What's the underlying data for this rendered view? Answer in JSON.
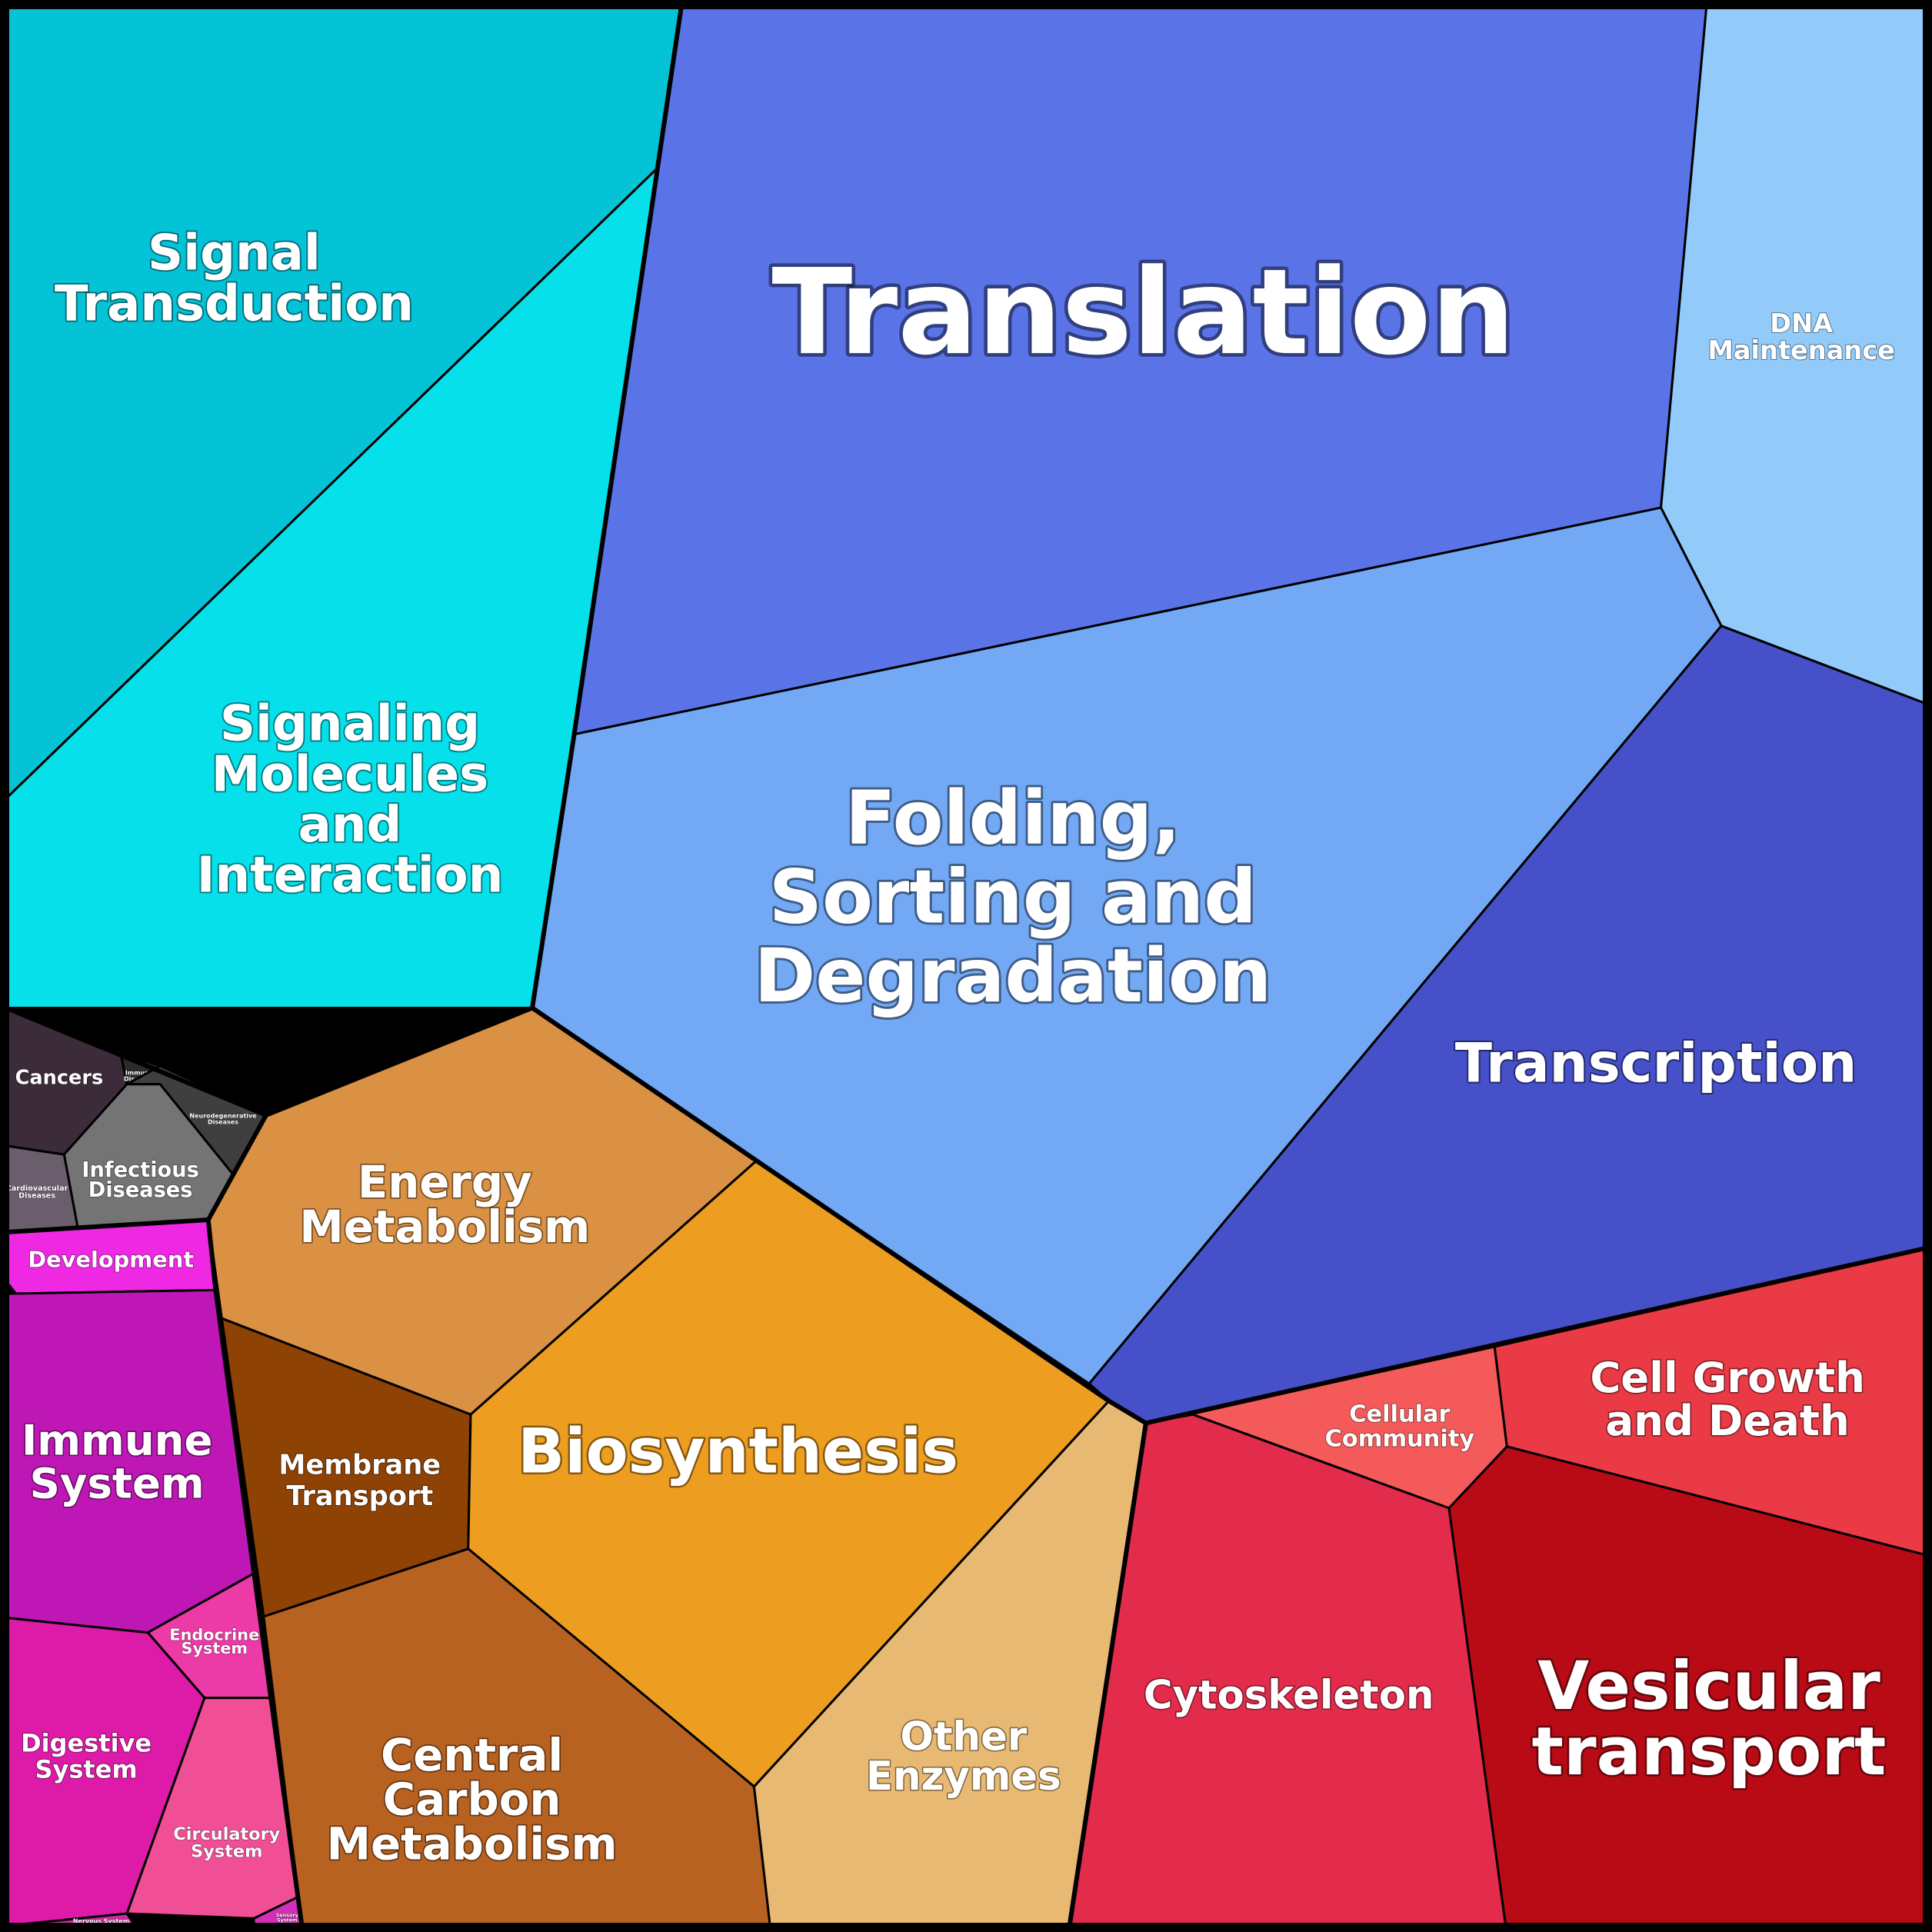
{
  "categories": [
    {
      "key": "signal_transduction",
      "lines": [
        "Signal",
        "Transduction"
      ],
      "color": "#05c3d6"
    },
    {
      "key": "signaling_molecules",
      "lines": [
        "Signaling",
        "Molecules",
        "and",
        "Interaction"
      ],
      "color": "#05e0ea"
    },
    {
      "key": "translation",
      "lines": [
        "Translation"
      ],
      "color": "#5a74e8"
    },
    {
      "key": "dna_maintenance",
      "lines": [
        "DNA",
        "Maintenance"
      ],
      "color": "#92cbfa"
    },
    {
      "key": "folding",
      "lines": [
        "Folding,",
        "Sorting and",
        "Degradation"
      ],
      "color": "#72a8f4"
    },
    {
      "key": "transcription",
      "lines": [
        "Transcription"
      ],
      "color": "#4651c9"
    },
    {
      "key": "cancers",
      "lines": [
        "Cancers"
      ],
      "color": "#3c2b38"
    },
    {
      "key": "immune_diseases",
      "lines": [
        "Immune",
        "Diseases"
      ],
      "color": "#2c2c2c"
    },
    {
      "key": "neurodegenerative",
      "lines": [
        "Neurodegenerative",
        "Diseases"
      ],
      "color": "#3f3f3f"
    },
    {
      "key": "infectious_diseases",
      "lines": [
        "Infectious",
        "Diseases"
      ],
      "color": "#747474"
    },
    {
      "key": "cardiovascular",
      "lines": [
        "Cardiovascular",
        "Diseases"
      ],
      "color": "#6b5e6c"
    },
    {
      "key": "development",
      "lines": [
        "Development"
      ],
      "color": "#ef28e3"
    },
    {
      "key": "immune_system",
      "lines": [
        "Immune",
        "System"
      ],
      "color": "#be17b6"
    },
    {
      "key": "endocrine_system",
      "lines": [
        "Endocrine",
        "System"
      ],
      "color": "#ec3aa7"
    },
    {
      "key": "digestive_system",
      "lines": [
        "Digestive",
        "System"
      ],
      "color": "#de1aa8"
    },
    {
      "key": "circulatory_system",
      "lines": [
        "Circulatory",
        "System"
      ],
      "color": "#f04f96"
    },
    {
      "key": "nervous_system",
      "lines": [
        "Nervous System"
      ],
      "color": "#cc2aa0"
    },
    {
      "key": "sensory_system",
      "lines": [
        "Sensory",
        "System"
      ],
      "color": "#d42fb8"
    },
    {
      "key": "energy_metabolism",
      "lines": [
        "Energy",
        "Metabolism"
      ],
      "color": "#da9143"
    },
    {
      "key": "membrane_transport",
      "lines": [
        "Membrane",
        "Transport"
      ],
      "color": "#8e4204"
    },
    {
      "key": "biosynthesis",
      "lines": [
        "Biosynthesis"
      ],
      "color": "#ed9d1f"
    },
    {
      "key": "central_carbon",
      "lines": [
        "Central",
        "Carbon",
        "Metabolism"
      ],
      "color": "#b86222"
    },
    {
      "key": "other_enzymes",
      "lines": [
        "Other",
        "Enzymes"
      ],
      "color": "#e7b973"
    },
    {
      "key": "cellular_community",
      "lines": [
        "Cellular",
        "Community"
      ],
      "color": "#f45a5a"
    },
    {
      "key": "cell_growth",
      "lines": [
        "Cell Growth",
        "and Death"
      ],
      "color": "#e93a45"
    },
    {
      "key": "cytoskeleton",
      "lines": [
        "Cytoskeleton"
      ],
      "color": "#e32b4b"
    },
    {
      "key": "vesicular_transport",
      "lines": [
        "Vesicular",
        "transport"
      ],
      "color": "#b80b16"
    }
  ]
}
